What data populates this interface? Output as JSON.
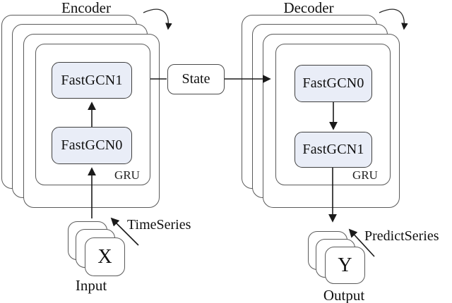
{
  "figure": {
    "type": "encoder-decoder architecture diagram"
  },
  "colors": {
    "background": "#ffffff",
    "frame_border": "#5a5a5a",
    "block_fill": "#e9edf7",
    "block_border": "#3f3f3f",
    "arrow": "#1a1a1a",
    "text": "#111111"
  },
  "encoder": {
    "title": "Encoder",
    "gru_label": "GRU",
    "top_block": "FastGCN1",
    "bottom_block": "FastGCN0"
  },
  "decoder": {
    "title": "Decoder",
    "gru_label": "GRU",
    "top_block": "FastGCN0",
    "bottom_block": "FastGCN1"
  },
  "state": {
    "label": "State"
  },
  "input": {
    "symbol": "X",
    "label": "Input",
    "series_label": "TimeSeries"
  },
  "output": {
    "symbol": "Y",
    "label": "Output",
    "series_label": "PredictSeries"
  }
}
